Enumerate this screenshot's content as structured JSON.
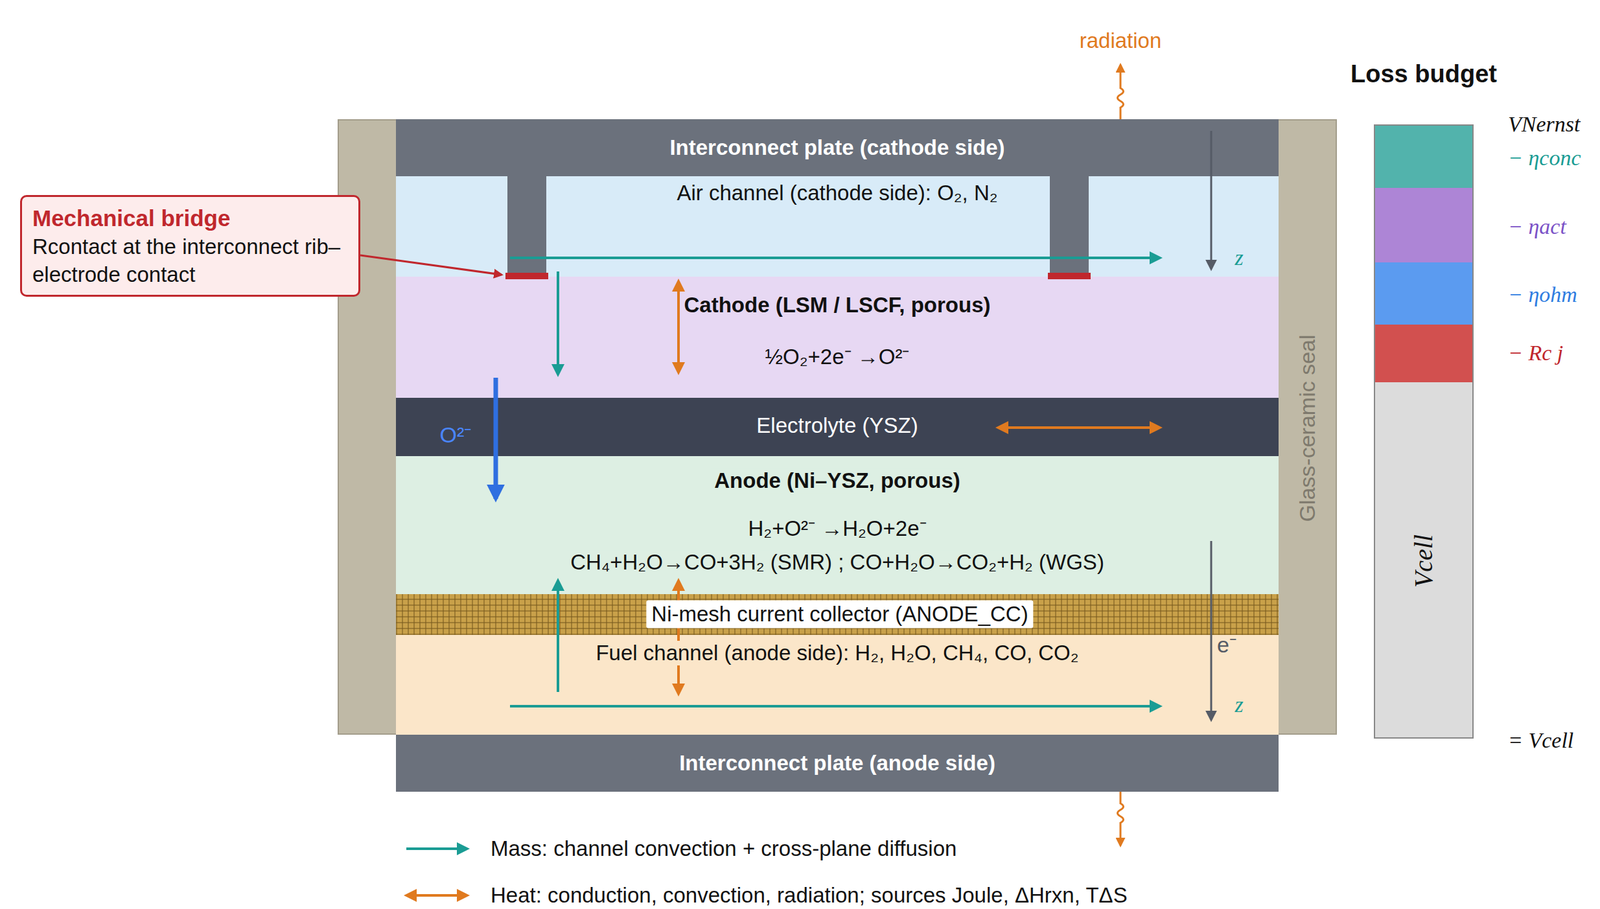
{
  "diagram": {
    "nodes": [
      {
        "text": [
          "Glass-ceramic seal"
        ]
      },
      {
        "text": [
          "Interconnect plate (cathode side)"
        ],
        "in": 0
      },
      {
        "text": [
          "Air channel (cathode side): O₂, N₂"
        ],
        "in": 0
      },
      {
        "text": [
          "Cathode (LSM / LSCF, porous)",
          "½O₂+2e⁻ →O²⁻"
        ],
        "in": 0
      },
      {
        "text": [
          "Electrolyte (YSZ)"
        ],
        "in": 0
      },
      {
        "text": [
          "Anode (Ni–YSZ, porous)",
          "H₂+O²⁻ →H₂O+2e⁻",
          "CH₄+H₂O→CO+3H₂ (SMR) ; CO+H₂O→CO₂+H₂ (WGS)"
        ],
        "in": 0
      },
      {
        "text": [
          "Ni-mesh current collector (ANODE_CC)"
        ],
        "in": 0
      },
      {
        "text": [
          "Fuel channel (anode side): H₂, H₂O, CH₄, CO, CO₂"
        ],
        "in": 0
      },
      {
        "text": [
          "Interconnect plate (anode side)"
        ]
      },
      {
        "text": [
          "Mechanical bridge",
          "Rcontact at the interconnect rib–electrode contact"
        ]
      },
      {
        "text": [
          "Loss budget"
        ]
      },
      {
        "text": [
          "Vcell"
        ],
        "in": 10
      }
    ],
    "labels": [
      "radiation",
      "O²⁻",
      "z",
      "e⁻",
      "z",
      "VNernst",
      "− ηconc",
      "− ηact",
      "− ηohm",
      "− Rc j",
      "= Vcell"
    ],
    "legend": [
      {
        "text": "Mass: channel convection + cross-plane diffusion"
      },
      {
        "text": "Heat: conduction, convection, radiation; sources Joule, ΔHrxn, TΔS"
      }
    ]
  }
}
